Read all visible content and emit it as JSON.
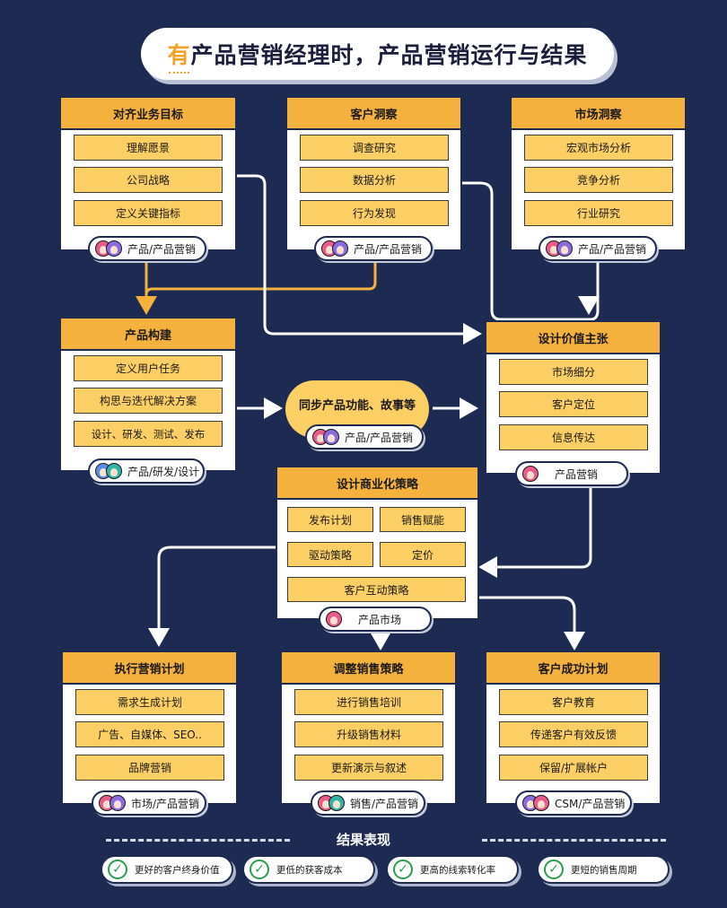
{
  "title": {
    "highlight": "有",
    "rest": "产品营销经理时，产品营销运行与结果"
  },
  "cards": {
    "align": {
      "title": "对齐业务目标",
      "items": [
        "理解愿景",
        "公司战略",
        "定义关键指标"
      ],
      "owner": "产品/产品营销"
    },
    "customer": {
      "title": "客户洞察",
      "items": [
        "调查研究",
        "数据分析",
        "行为发现"
      ],
      "owner": "产品/产品营销"
    },
    "market": {
      "title": "市场洞察",
      "items": [
        "宏观市场分析",
        "竞争分析",
        "行业研究"
      ],
      "owner": "产品/产品营销"
    },
    "build": {
      "title": "产品构建",
      "items": [
        "定义用户任务",
        "构思与迭代解决方案",
        "设计、研发、测试、发布"
      ],
      "owner": "产品/研发/设计"
    },
    "value": {
      "title": "设计价值主张",
      "items": [
        "市场细分",
        "客户定位",
        "信息传达"
      ],
      "owner": "产品营销"
    },
    "commercial": {
      "title": "设计商业化策略",
      "items": [
        "发布计划",
        "销售赋能",
        "驱动策略",
        "定价",
        "客户互动策略"
      ],
      "owner": "产品市场"
    },
    "exec": {
      "title": "执行营销计划",
      "items": [
        "需求生成计划",
        "广告、自媒体、SEO..",
        "品牌营销"
      ],
      "owner": "市场/产品营销"
    },
    "sales": {
      "title": "调整销售策略",
      "items": [
        "进行销售培训",
        "升级销售材料",
        "更新演示与叙述"
      ],
      "owner": "销售/产品营销"
    },
    "success": {
      "title": "客户成功计划",
      "items": [
        "客户教育",
        "传递客户有效反馈",
        "保留/扩展帐户"
      ],
      "owner": "CSM/产品营销"
    }
  },
  "sync": {
    "label": "同步产品功能、故事等",
    "owner": "产品/产品营销"
  },
  "results": {
    "title": "结果表现",
    "items": [
      "更好的客户终身价值",
      "更低的获客成本",
      "更高的线索转化率",
      "更短的销售周期"
    ]
  },
  "icons": {
    "check": "check-icon",
    "avatar": "avatar-icon",
    "arrow": "arrow-icon"
  },
  "colors": {
    "background": "#1d2a52",
    "header": "#f4b13e",
    "item": "#fbcf63",
    "check": "#2a9c4e"
  }
}
